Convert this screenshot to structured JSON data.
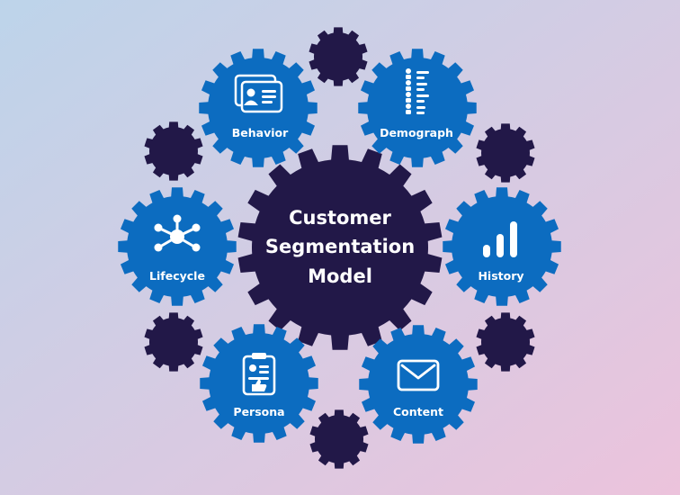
{
  "colors": {
    "background_start": "#bdd4ea",
    "background_end": "#ecc3dc",
    "blue_gear": "#0c6cc0",
    "blue_gear_inner": "#1872c4",
    "dark_gear": "#221848",
    "text": "#ffffff"
  },
  "center": {
    "title_lines": [
      "Customer",
      "Segmentation",
      "Model"
    ]
  },
  "segments": [
    {
      "id": "behavior",
      "label": "Behavior",
      "icon": "id-cards-icon"
    },
    {
      "id": "demograph",
      "label": "Demograph",
      "icon": "people-list-icon"
    },
    {
      "id": "history",
      "label": "History",
      "icon": "bar-chart-icon"
    },
    {
      "id": "content",
      "label": "Content",
      "icon": "envelope-icon"
    },
    {
      "id": "persona",
      "label": "Persona",
      "icon": "clipboard-profile-icon"
    },
    {
      "id": "lifecycle",
      "label": "Lifecycle",
      "icon": "network-icon"
    }
  ]
}
